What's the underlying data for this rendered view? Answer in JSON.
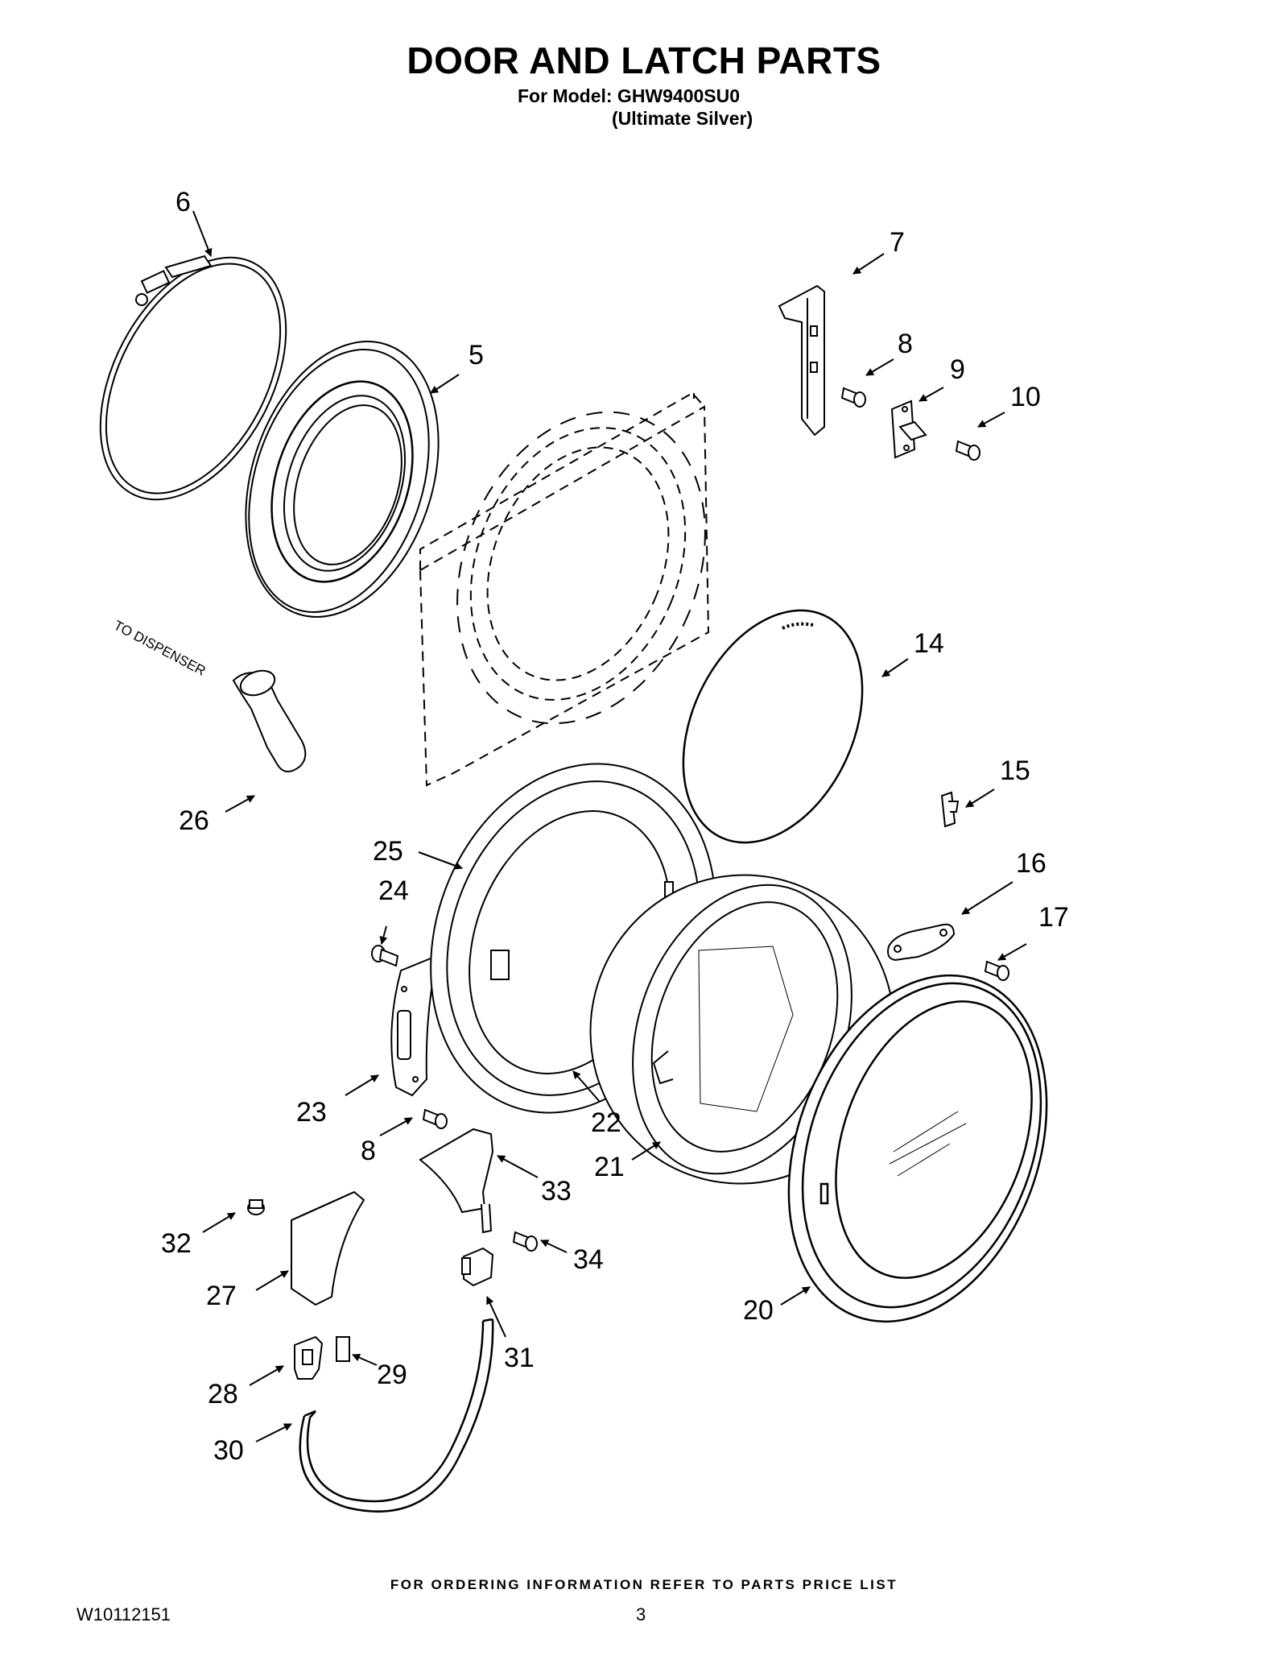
{
  "header": {
    "title": "DOOR AND LATCH PARTS",
    "model_line": "For Model: GHW9400SU0",
    "color_line": "(Ultimate Silver)"
  },
  "diagram": {
    "side_label": "TO DISPENSER",
    "callouts": {
      "p5": "5",
      "p6": "6",
      "p7": "7",
      "p8a": "8",
      "p8b": "8",
      "p9": "9",
      "p10": "10",
      "p14": "14",
      "p15": "15",
      "p16": "16",
      "p17": "17",
      "p20": "20",
      "p21": "21",
      "p22": "22",
      "p23": "23",
      "p24": "24",
      "p25": "25",
      "p26": "26",
      "p27": "27",
      "p28": "28",
      "p29": "29",
      "p30": "30",
      "p31": "31",
      "p32": "32",
      "p33": "33",
      "p34": "34"
    }
  },
  "footer": {
    "note": "FOR ORDERING INFORMATION REFER TO PARTS PRICE LIST",
    "doc_number": "W10112151",
    "page_number": "3"
  }
}
